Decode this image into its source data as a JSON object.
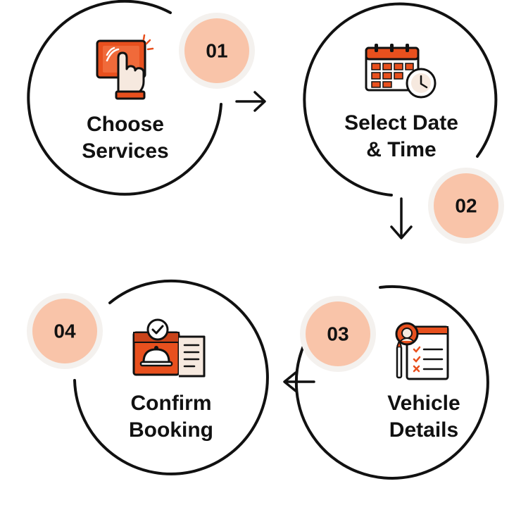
{
  "colors": {
    "accent": "#E8501E",
    "badge_fill": "#F9C4A9",
    "badge_ring": "#F4F1EE",
    "stroke": "#111111"
  },
  "steps": [
    {
      "number": "01",
      "line1": "Choose",
      "line2": "Services",
      "icon": "touchscreen-tap-icon"
    },
    {
      "number": "02",
      "line1": "Select Date",
      "line2": "& Time",
      "icon": "calendar-clock-icon"
    },
    {
      "number": "03",
      "line1": "Vehicle",
      "line2": "Details",
      "icon": "driver-checklist-icon"
    },
    {
      "number": "04",
      "line1": "Confirm",
      "line2": "Booking",
      "icon": "service-bell-box-icon"
    }
  ],
  "arrows": [
    "arrow-right-icon",
    "arrow-down-icon",
    "arrow-left-icon"
  ]
}
